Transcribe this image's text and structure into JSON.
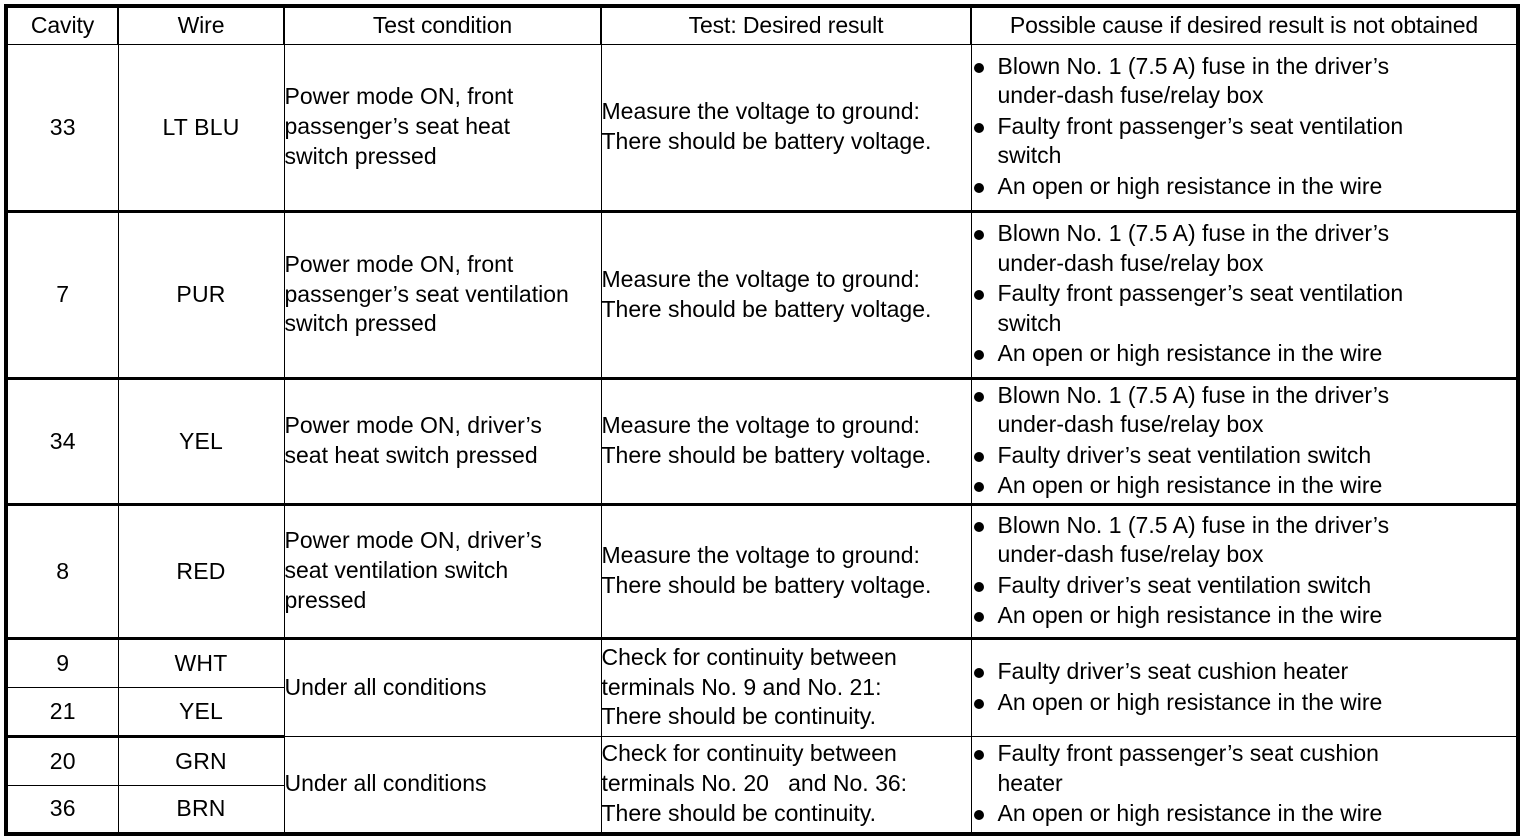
{
  "table": {
    "headers": [
      "Cavity",
      "Wire",
      "Test condition",
      "Test: Desired result",
      "Possible cause if desired result is not obtained"
    ],
    "rows": [
      {
        "cavity": "33",
        "wire": "LT BLU",
        "condition": [
          "Power mode ON, front",
          "passenger’s seat heat",
          "switch pressed"
        ],
        "test": [
          "Measure the voltage to ground:",
          "There should be battery voltage."
        ],
        "causes": [
          [
            "Blown No. 1 (7.5 A) fuse in the driver’s",
            "under-dash fuse/relay box"
          ],
          [
            "Faulty front passenger’s seat ventilation",
            "switch"
          ],
          [
            "An open or high resistance in the wire"
          ]
        ]
      },
      {
        "cavity": "7",
        "wire": "PUR",
        "condition": [
          "Power mode ON, front",
          "passenger’s seat ventilation",
          "switch pressed"
        ],
        "test": [
          "Measure the voltage to ground:",
          "There should be battery voltage."
        ],
        "causes": [
          [
            "Blown No. 1 (7.5 A) fuse in the driver’s",
            "under-dash fuse/relay box"
          ],
          [
            "Faulty front passenger’s seat ventilation",
            "switch"
          ],
          [
            "An open or high resistance in the wire"
          ]
        ]
      },
      {
        "cavity": "34",
        "wire": "YEL",
        "condition": [
          "Power mode ON, driver’s",
          "seat heat switch pressed"
        ],
        "test": [
          "Measure the voltage to ground:",
          "There should be battery voltage."
        ],
        "causes": [
          [
            "Blown No. 1 (7.5 A) fuse in the driver’s",
            "under-dash fuse/relay box"
          ],
          [
            "Faulty driver’s seat ventilation switch"
          ],
          [
            "An open or high resistance in the wire"
          ]
        ]
      },
      {
        "cavity": "8",
        "wire": "RED",
        "condition": [
          "Power mode ON, driver’s",
          "seat ventilation switch",
          "pressed"
        ],
        "test": [
          "Measure the voltage to ground:",
          "There should be battery voltage."
        ],
        "causes": [
          [
            "Blown No. 1 (7.5 A) fuse in the driver’s",
            "under-dash fuse/relay box"
          ],
          [
            "Faulty driver’s seat ventilation switch"
          ],
          [
            "An open or high resistance in the wire"
          ]
        ]
      }
    ],
    "continuity_groups": [
      {
        "pairs": [
          {
            "cavity": "9",
            "wire": "WHT"
          },
          {
            "cavity": "21",
            "wire": "YEL"
          }
        ],
        "condition": [
          "Under all conditions"
        ],
        "test": [
          "Check for continuity between",
          "terminals No. 9 and No. 21:",
          "There should be continuity."
        ],
        "causes": [
          [
            "Faulty driver’s seat cushion heater"
          ],
          [
            "An open or high resistance in the wire"
          ]
        ]
      },
      {
        "pairs": [
          {
            "cavity": "20",
            "wire": "GRN"
          },
          {
            "cavity": "36",
            "wire": "BRN"
          }
        ],
        "condition": [
          "Under all conditions"
        ],
        "test": [
          "Check for continuity between",
          "terminals No. 20   and No. 36:",
          "There should be continuity."
        ],
        "causes": [
          [
            "Faulty front passenger’s seat cushion",
            "heater"
          ],
          [
            "An open or high resistance in the wire"
          ]
        ]
      }
    ]
  },
  "colors": {
    "border": "#000000",
    "text": "#000000",
    "background": "#ffffff"
  }
}
